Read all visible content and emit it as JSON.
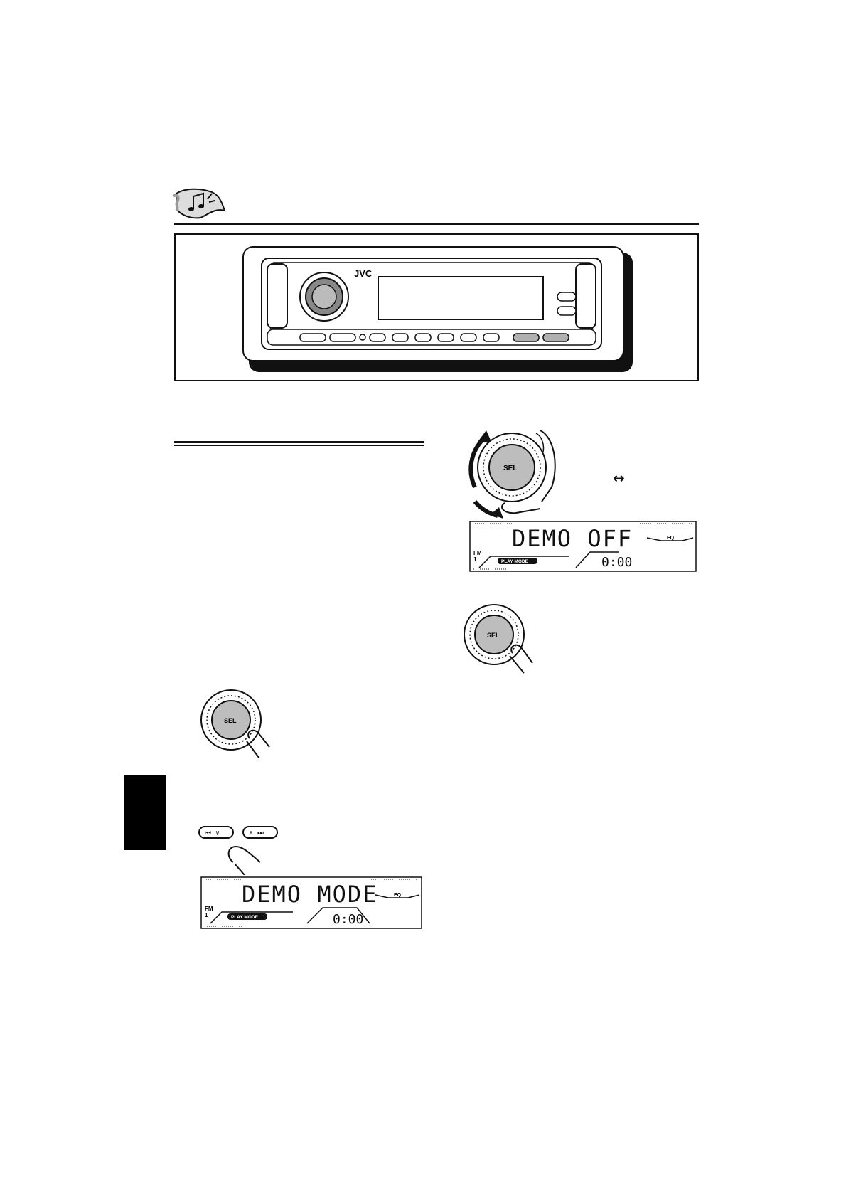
{
  "brand": {
    "logo_text": "JVC"
  },
  "knob": {
    "label": "SEL"
  },
  "arrow_symbol": "↔",
  "buttons": {
    "prev_glyph": "⏮ ∨",
    "next_glyph": "∧ ⏭"
  },
  "displays": {
    "demo_mode": {
      "main": "DEMO MODE",
      "band": "FM",
      "preset": "1",
      "play_mode": "PLAY MODE",
      "eq": "EQ",
      "clock": "0:00"
    },
    "demo_off": {
      "main": "DEMO OFF",
      "band": "FM",
      "preset": "1",
      "play_mode": "PLAY MODE",
      "eq": "EQ",
      "clock": "0:00"
    }
  },
  "colors": {
    "ink": "#111111",
    "display_bg": "#ffffff",
    "knob_fill": "#bdbdbd",
    "button_gray": "#b0b0b0"
  }
}
